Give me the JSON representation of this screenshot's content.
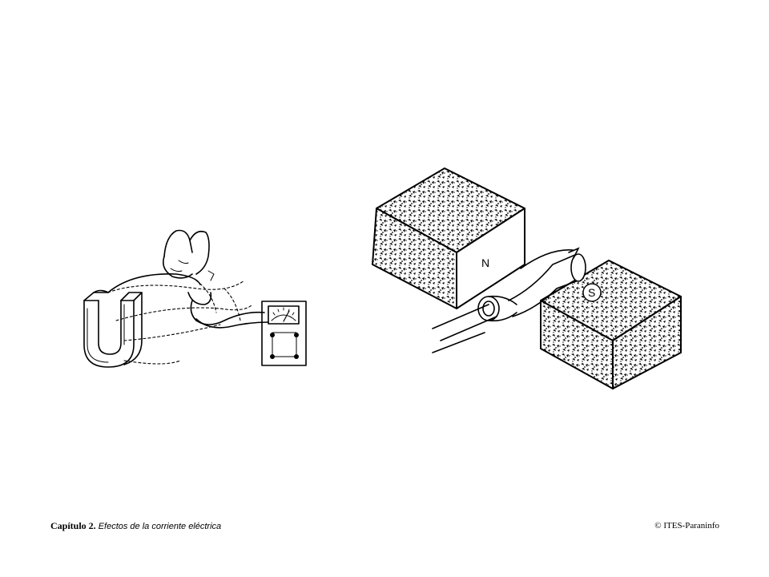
{
  "footer": {
    "chapter_label": "Capítulo 2.",
    "chapter_title": "Efectos de la corriente eléctrica",
    "copyright": "© ITES-Paraninfo"
  },
  "right_figure": {
    "north_label": "N",
    "south_label": "S"
  },
  "colors": {
    "ink": "#000000",
    "paper": "#ffffff"
  }
}
